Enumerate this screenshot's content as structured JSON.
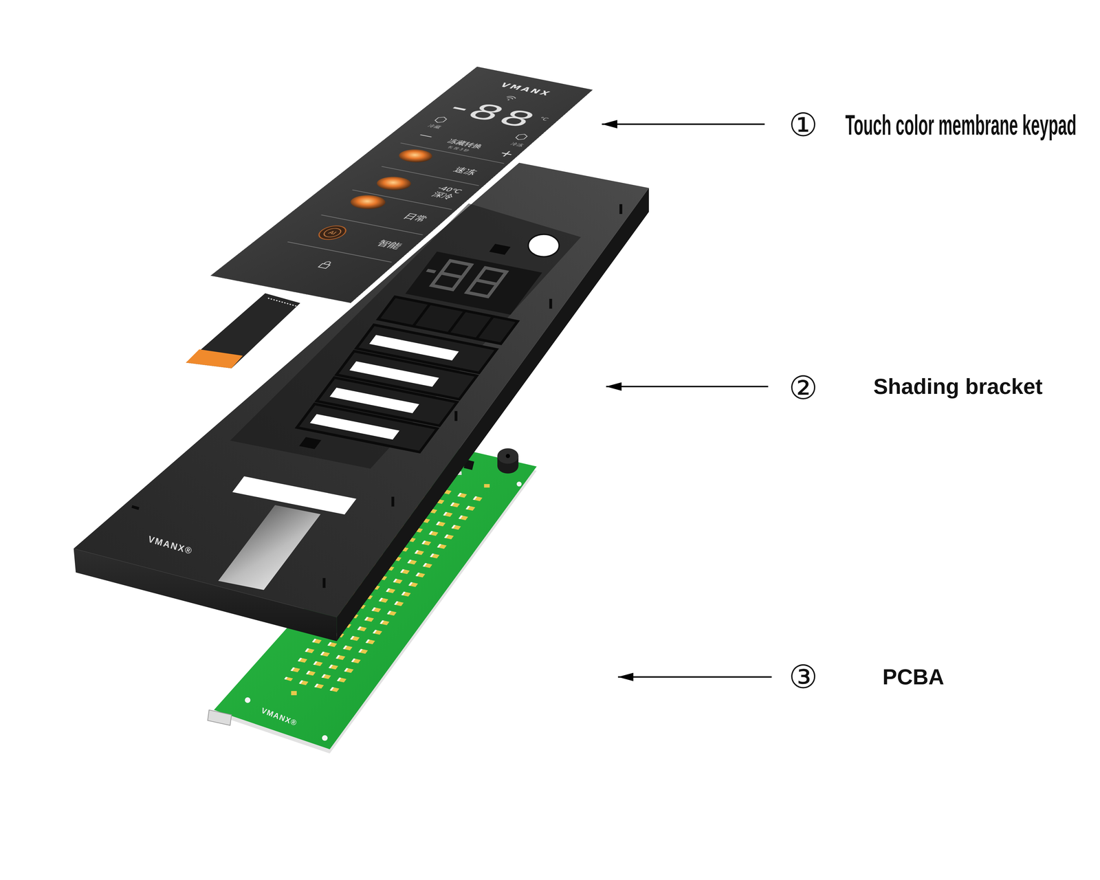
{
  "diagram": {
    "labels": [
      "VMANX",
      "-88",
      "°C",
      "冷藏",
      "冷冻",
      "—",
      "冻藏转换",
      "长按3秒",
      "+",
      "速冻",
      "-40℃",
      "深冷",
      "日常",
      "AI",
      "智能",
      "①",
      "Touch color membrane keypad",
      "VMANX®",
      "②",
      "Shading bracket",
      "③",
      "PCBA",
      "VMANX®"
    ]
  }
}
